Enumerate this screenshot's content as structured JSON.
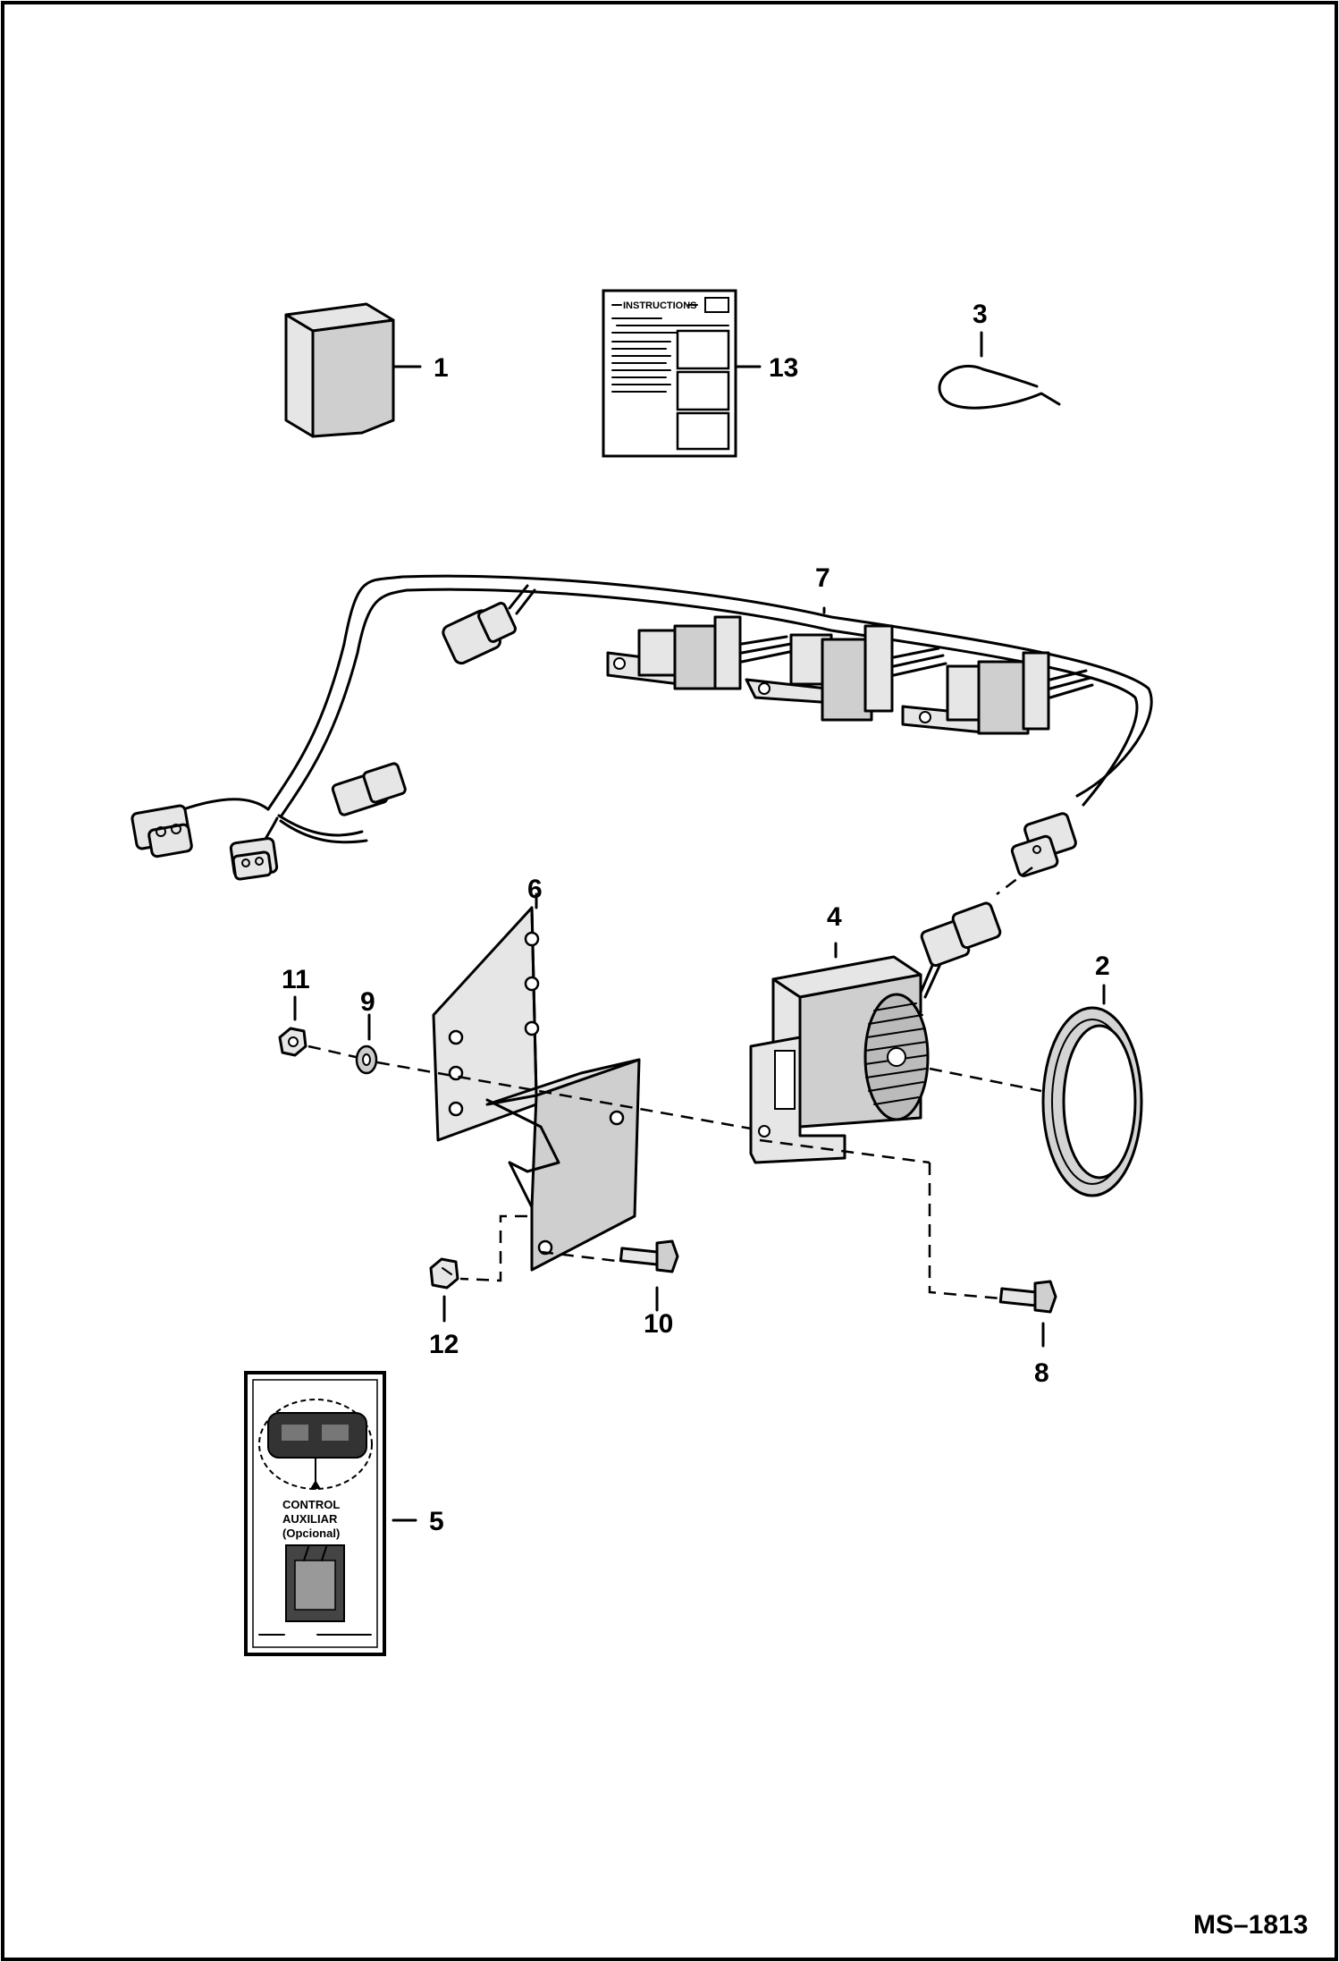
{
  "diagram": {
    "drawing_number": "MS–1813",
    "callouts": [
      "1",
      "2",
      "3",
      "4",
      "5",
      "6",
      "7",
      "8",
      "9",
      "10",
      "11",
      "12",
      "13"
    ],
    "instruction_sheet": {
      "header": "INSTRUCTIONS"
    },
    "decal": {
      "line1": "CONTROL",
      "line2": "AUXILIAR",
      "line3": "(Opcional)"
    }
  }
}
